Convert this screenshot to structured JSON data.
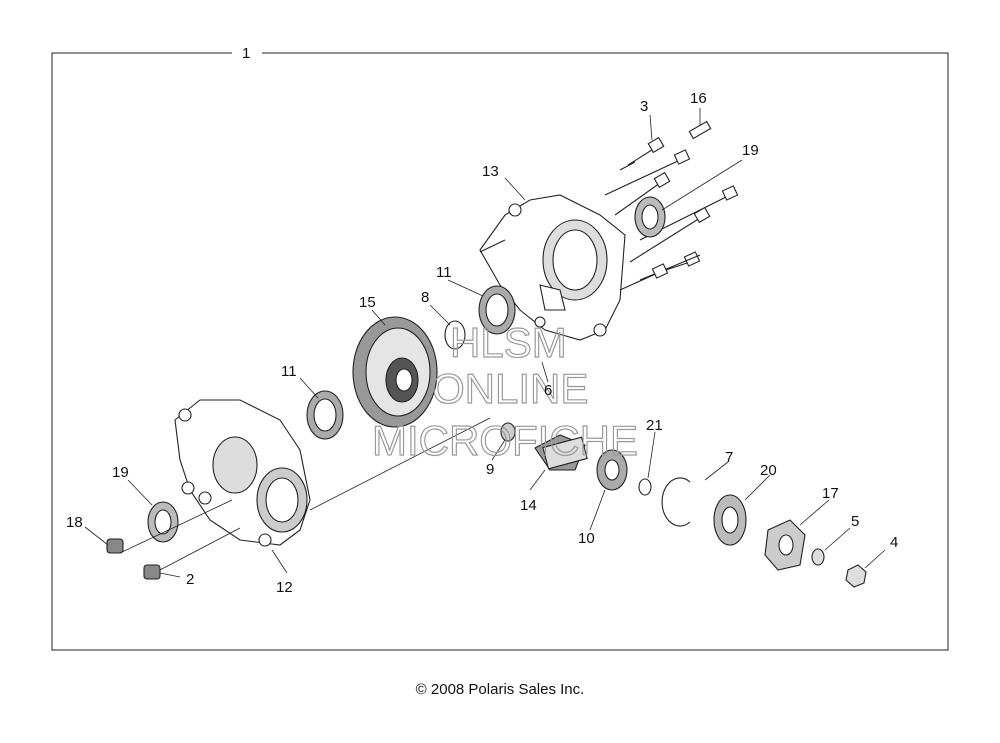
{
  "callouts": {
    "c1": "1",
    "c2": "2",
    "c3": "3",
    "c4": "4",
    "c5": "5",
    "c6": "6",
    "c7": "7",
    "c8": "8",
    "c9": "9",
    "c10": "10",
    "c11a": "11",
    "c11b": "11",
    "c12": "12",
    "c13": "13",
    "c14": "14",
    "c15": "15",
    "c16": "16",
    "c17": "17",
    "c18": "18",
    "c19a": "19",
    "c19b": "19",
    "c20": "20",
    "c21": "21"
  },
  "watermark": {
    "line1": "HLSM",
    "line2": "ONLINE",
    "line3": "MICROFICHE"
  },
  "copyright": "© 2008 Polaris Sales Inc."
}
